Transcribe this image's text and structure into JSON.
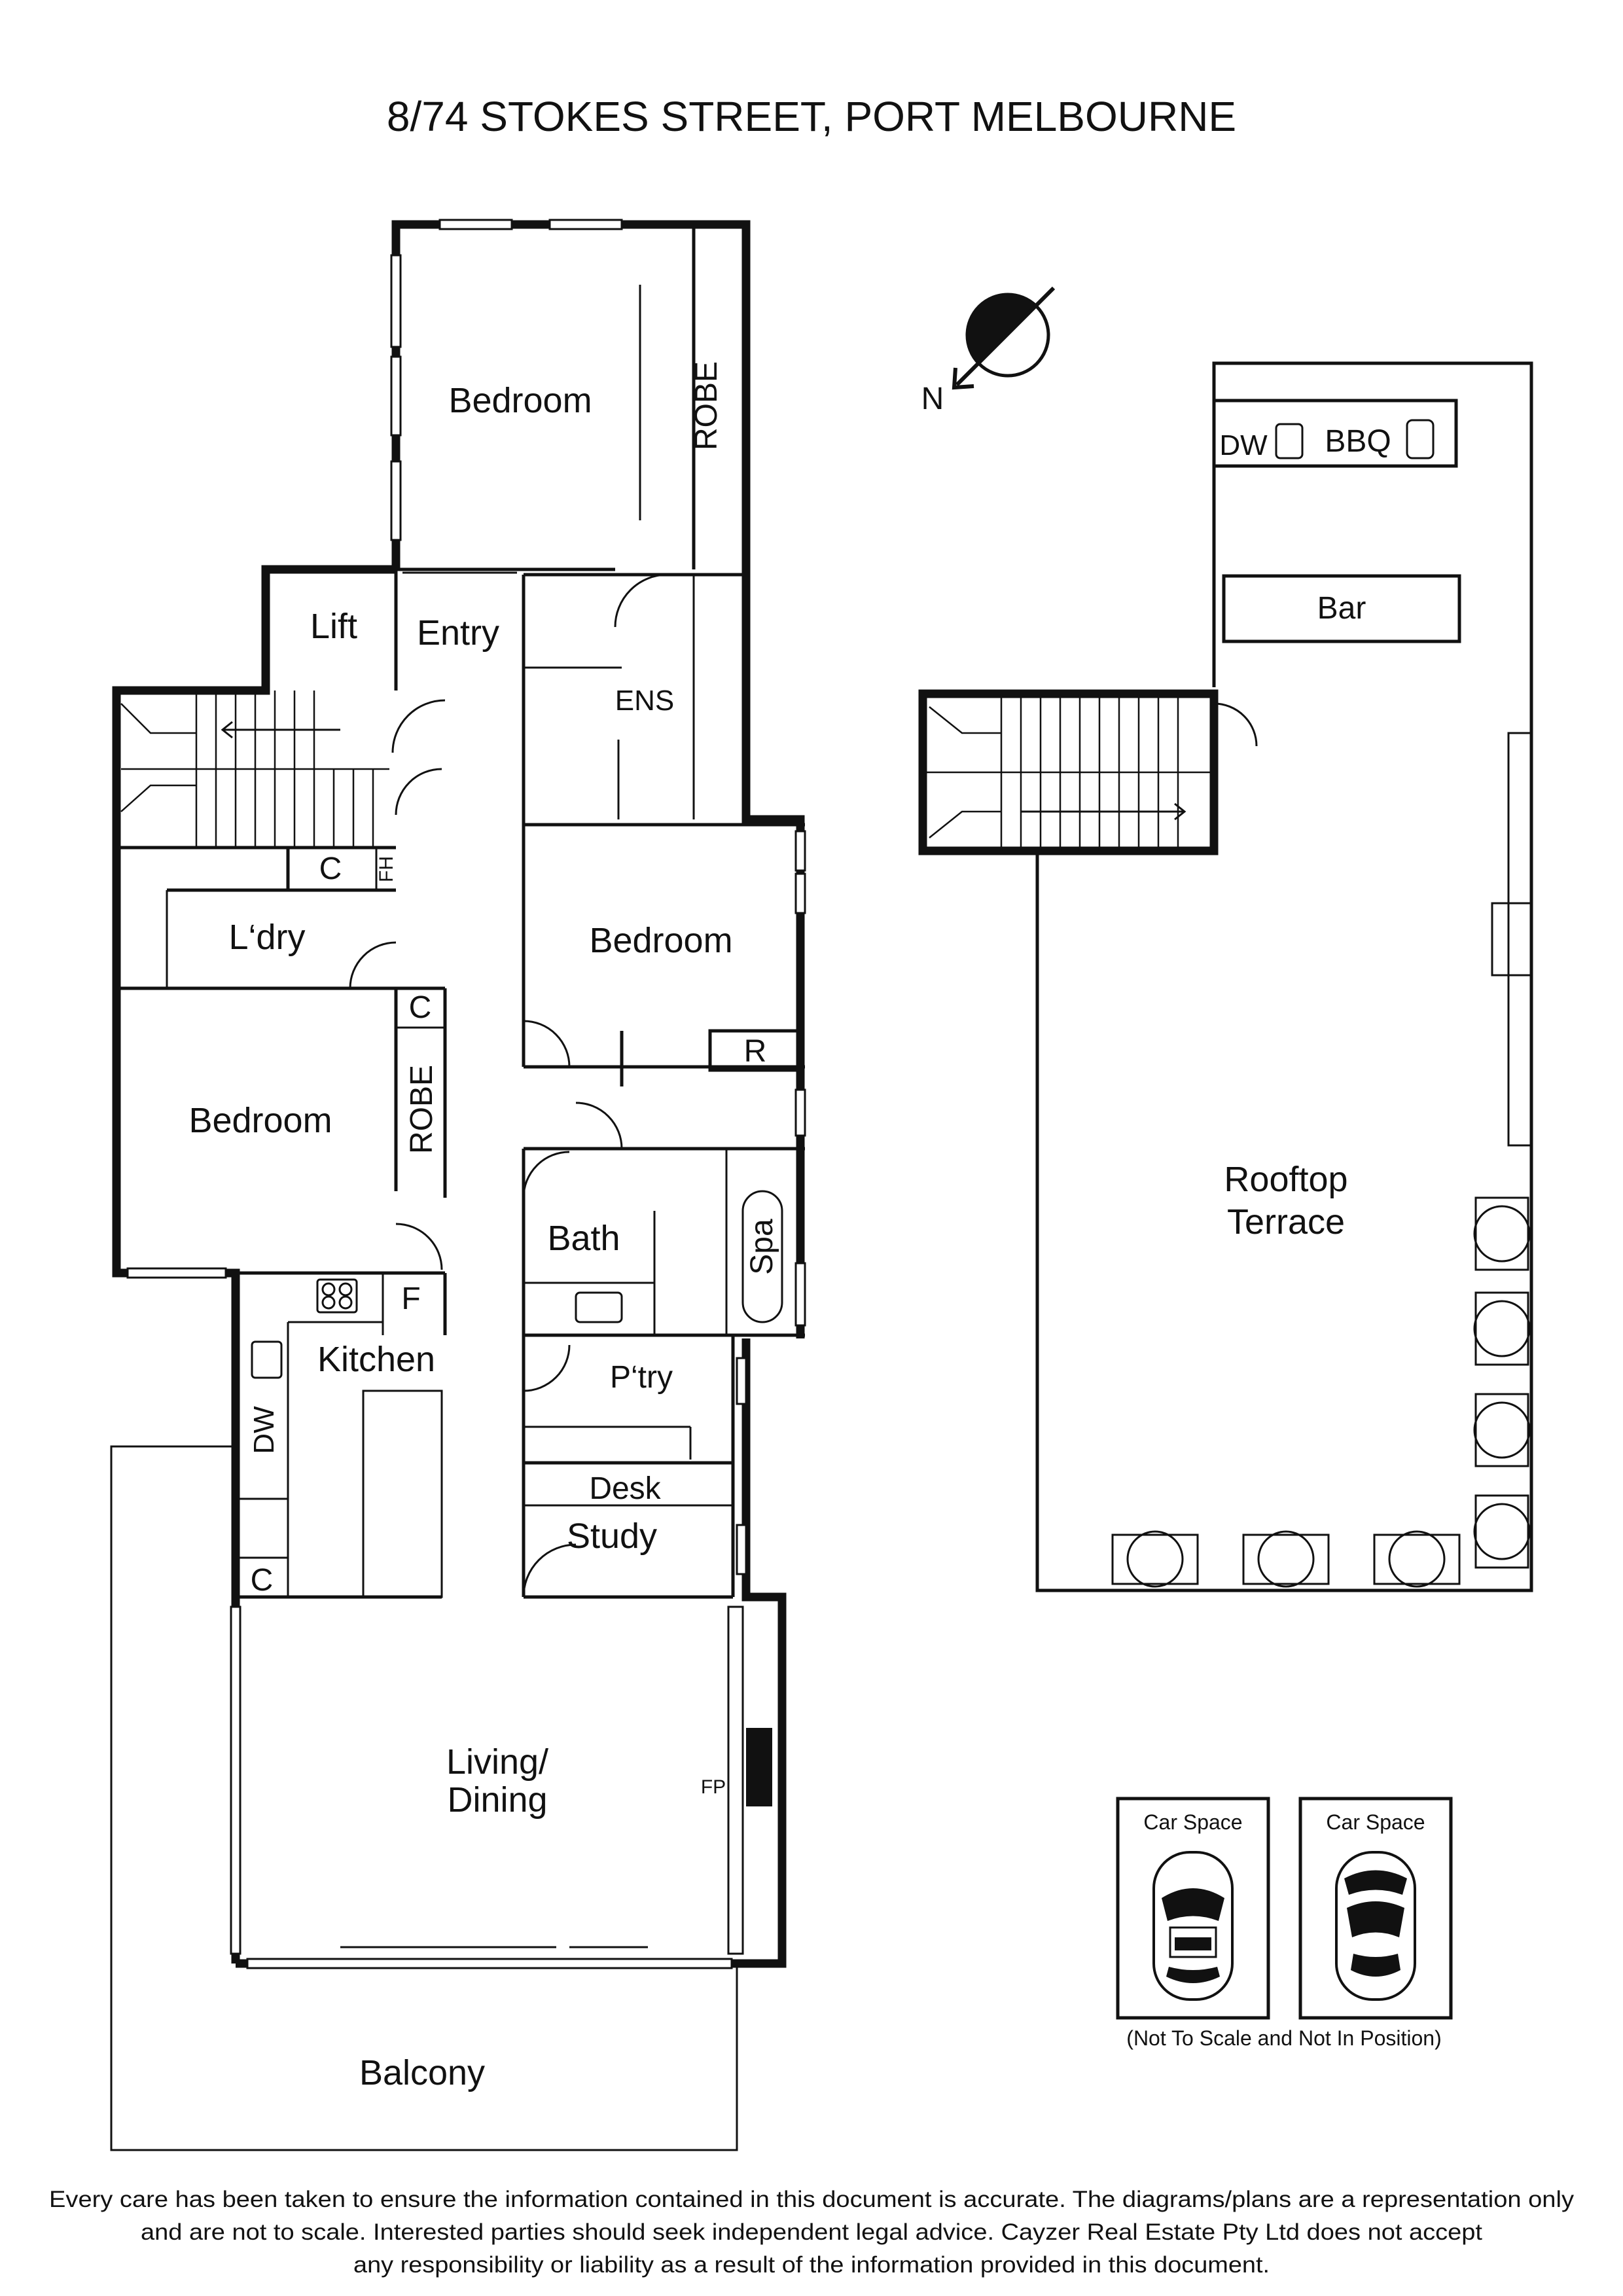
{
  "title": "8/74 STOKES STREET, PORT MELBOURNE",
  "compass": {
    "north_label": "N"
  },
  "rooms": {
    "bedroom_main": "Bedroom",
    "robe_main": "ROBE",
    "lift": "Lift",
    "entry": "Entry",
    "ens": "ENS",
    "c_upper": "C",
    "fh": "FH",
    "laundry": "L‘dry",
    "bedroom_mid": "Bedroom",
    "r": "R",
    "c_mid": "C",
    "bedroom_left": "Bedroom",
    "robe_left": "ROBE",
    "bath": "Bath",
    "spa": "Spa",
    "f": "F",
    "kitchen": "Kitchen",
    "dw_kitchen": "DW",
    "pantry": "P‘try",
    "desk": "Desk",
    "study": "Study",
    "c_kitchen": "C",
    "living_line1": "Living/",
    "living_line2": "Dining",
    "fp": "FP",
    "balcony": "Balcony"
  },
  "rooftop": {
    "dw": "DW",
    "bbq": "BBQ",
    "bar": "Bar",
    "terrace_line1": "Rooftop",
    "terrace_line2": "Terrace"
  },
  "car_spaces": [
    "Car Space",
    "Car Space"
  ],
  "car_note": "(Not To Scale and Not In Position)",
  "disclaimer": [
    "Every care has been taken to ensure the information contained in this document is accurate. The diagrams/plans are a representation only",
    "and are not to scale. Interested parties should seek independent legal advice. Cayzer Real Estate Pty Ltd does not accept",
    "any responsibility or liability as a result of the information provided in this document."
  ]
}
